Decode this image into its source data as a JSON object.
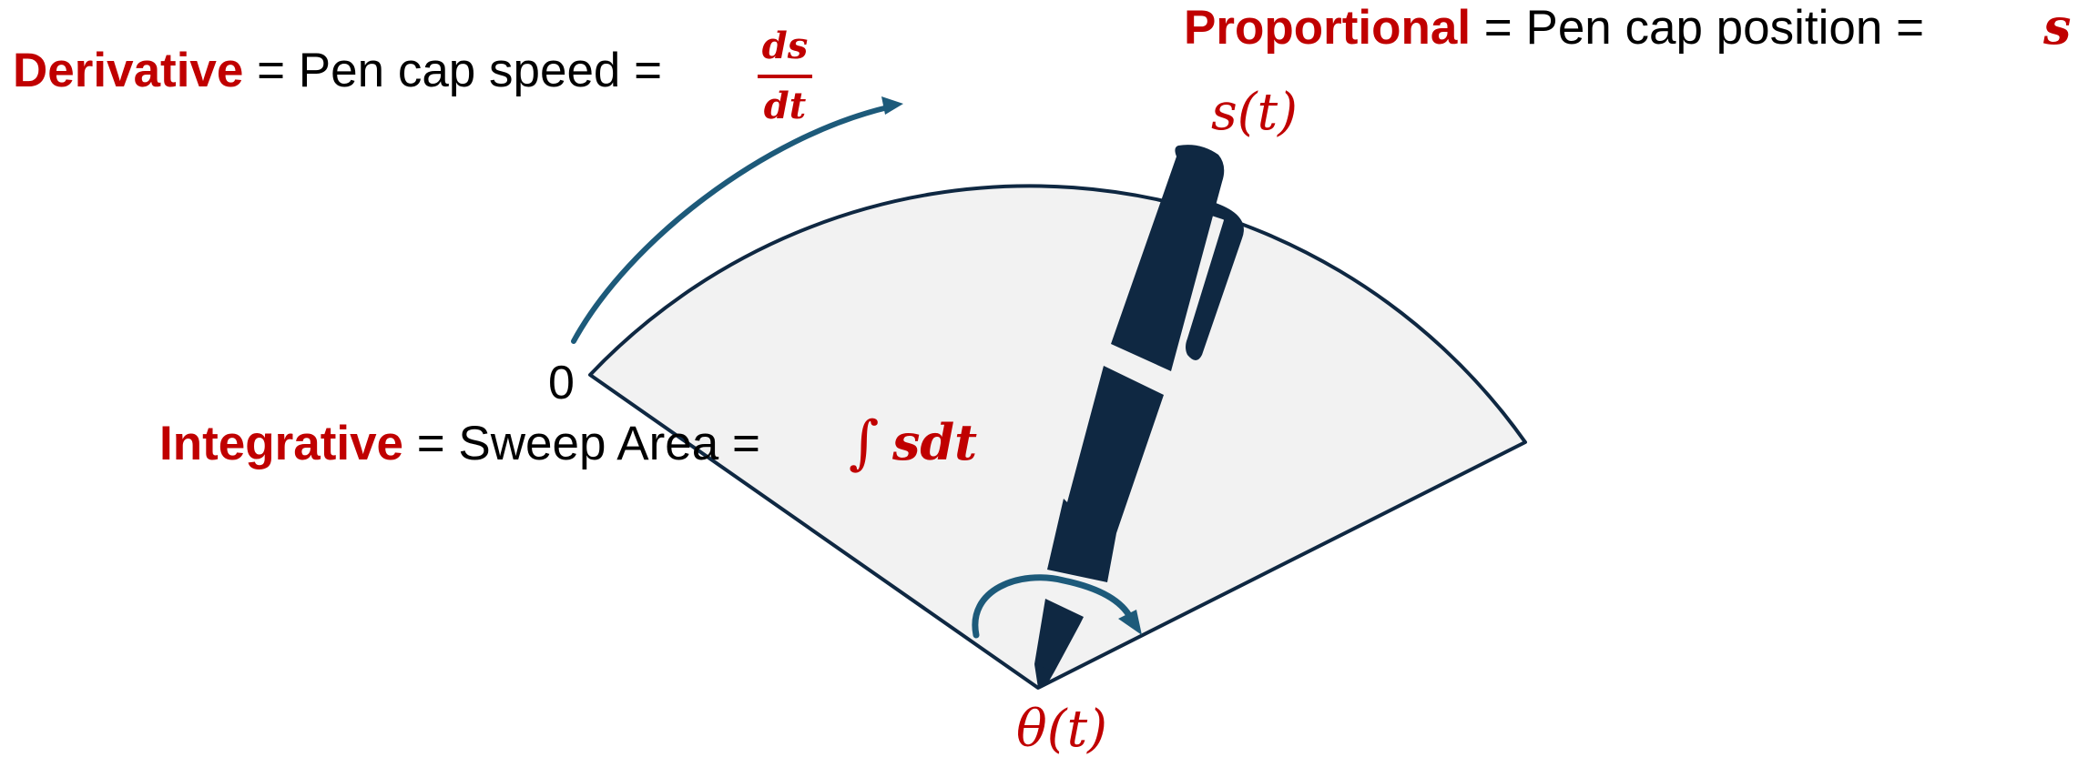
{
  "colors": {
    "accent_red": "#c00000",
    "pen_navy": "#0f2842",
    "arrow_blue": "#1d5a7a",
    "sector_fill": "#f2f2f2",
    "sector_stroke": "#0f2842"
  },
  "labels": {
    "proportional": {
      "term": "Proportional",
      "text": " = Pen cap position = ",
      "symbol": "s"
    },
    "derivative": {
      "term": "Derivative",
      "text": " = Pen cap speed = ",
      "numerator": "ds",
      "denominator": "dt"
    },
    "integrative": {
      "term": "Integrative",
      "text": " = Sweep Area = ",
      "integral_sign": "∫",
      "integrand": "sdt"
    },
    "zero": "0",
    "position_func": "s(t)",
    "angle_func": "θ(t)"
  },
  "icons": {
    "pen": "pen-icon",
    "speed_arrow": "curved-arrow-icon",
    "rotation_arrow": "rotation-arrow-icon"
  }
}
